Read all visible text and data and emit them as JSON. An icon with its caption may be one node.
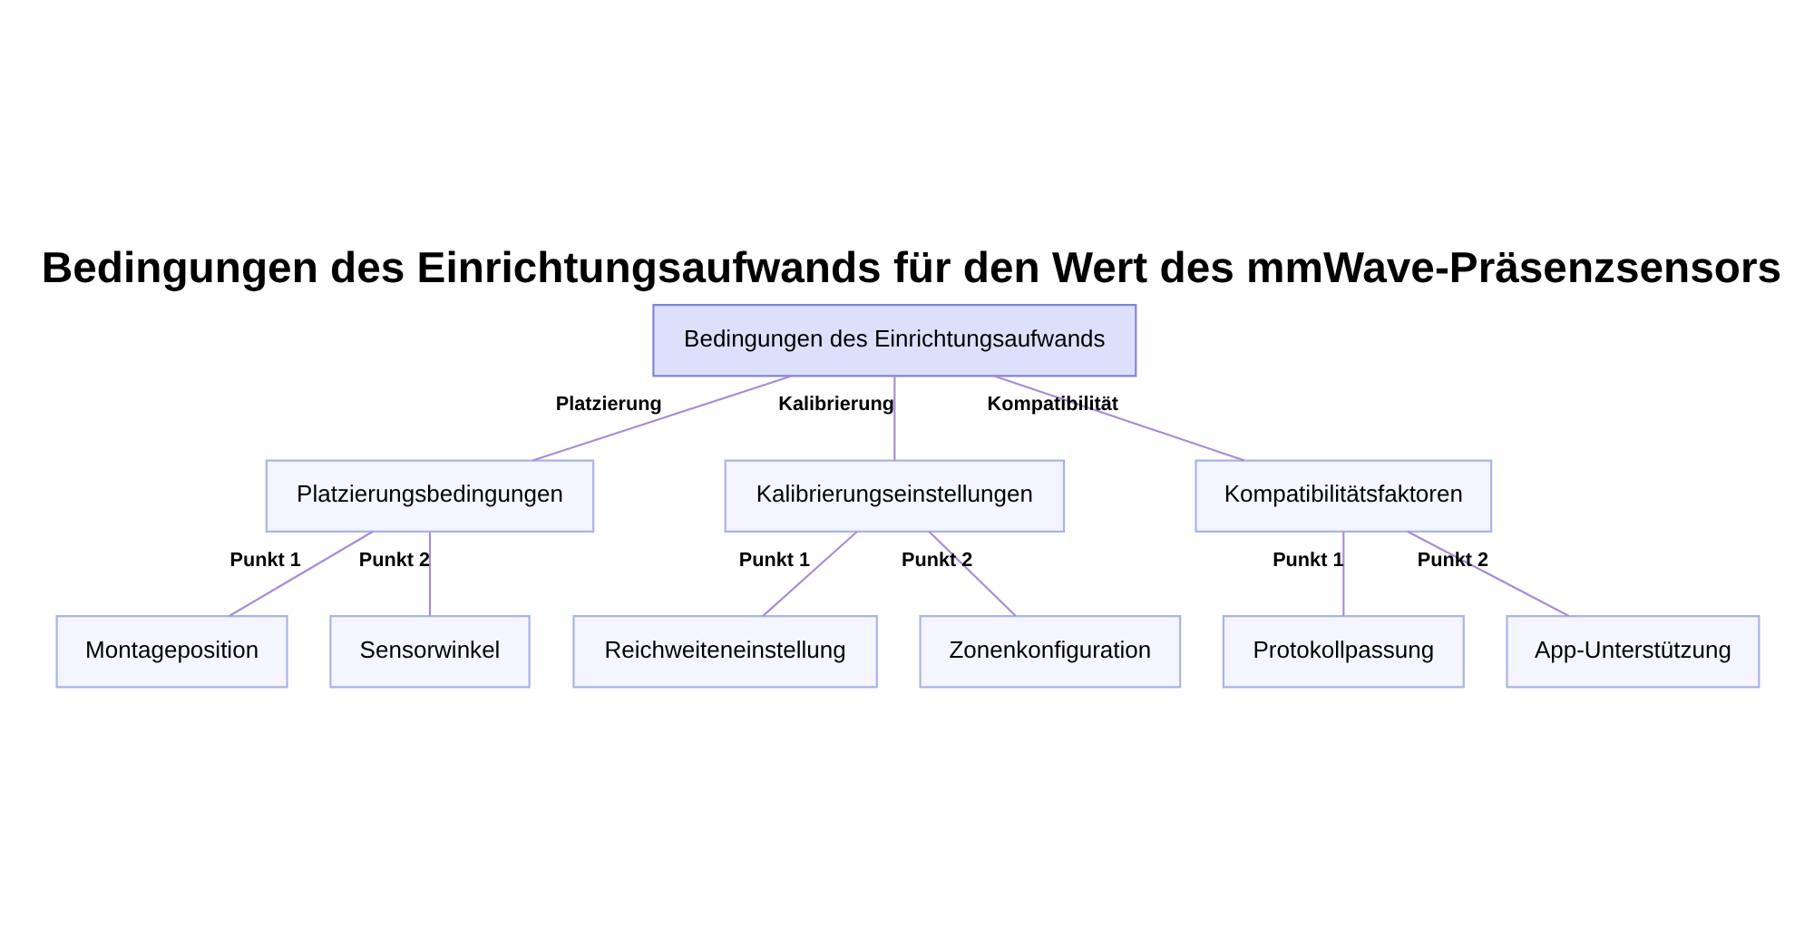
{
  "diagram": {
    "title": "Bedingungen des Einrichtungsaufwands für den Wert des mmWave-Präsenzsensors",
    "nodes": [
      {
        "text": [
          "Bedingungen des Einrichtungsaufwands"
        ]
      },
      {
        "text": [
          "Platzierungsbedingungen"
        ]
      },
      {
        "text": [
          "Kalibrierungseinstellungen"
        ]
      },
      {
        "text": [
          "Kompatibilitätsfaktoren"
        ]
      },
      {
        "text": [
          "Montageposition"
        ]
      },
      {
        "text": [
          "Sensorwinkel"
        ]
      },
      {
        "text": [
          "Reichweiteneinstellung"
        ]
      },
      {
        "text": [
          "Zonenkonfiguration"
        ]
      },
      {
        "text": [
          "Protokollpassung"
        ]
      },
      {
        "text": [
          "App-Unterstützung"
        ]
      }
    ],
    "edges": [
      {
        "from": 0,
        "to": 1,
        "arrow": "none",
        "label": "Platzierung"
      },
      {
        "from": 0,
        "to": 2,
        "arrow": "none",
        "label": "Kalibrierung"
      },
      {
        "from": 0,
        "to": 3,
        "arrow": "none",
        "label": "Kompatibilität"
      },
      {
        "from": 1,
        "to": 4,
        "arrow": "none",
        "label": "Punkt 1"
      },
      {
        "from": 1,
        "to": 5,
        "arrow": "none",
        "label": "Punkt 2"
      },
      {
        "from": 2,
        "to": 6,
        "arrow": "none",
        "label": "Punkt 1"
      },
      {
        "from": 2,
        "to": 7,
        "arrow": "none",
        "label": "Punkt 2"
      },
      {
        "from": 3,
        "to": 8,
        "arrow": "none",
        "label": "Punkt 1"
      },
      {
        "from": 3,
        "to": 9,
        "arrow": "none",
        "label": "Punkt 2"
      }
    ]
  }
}
